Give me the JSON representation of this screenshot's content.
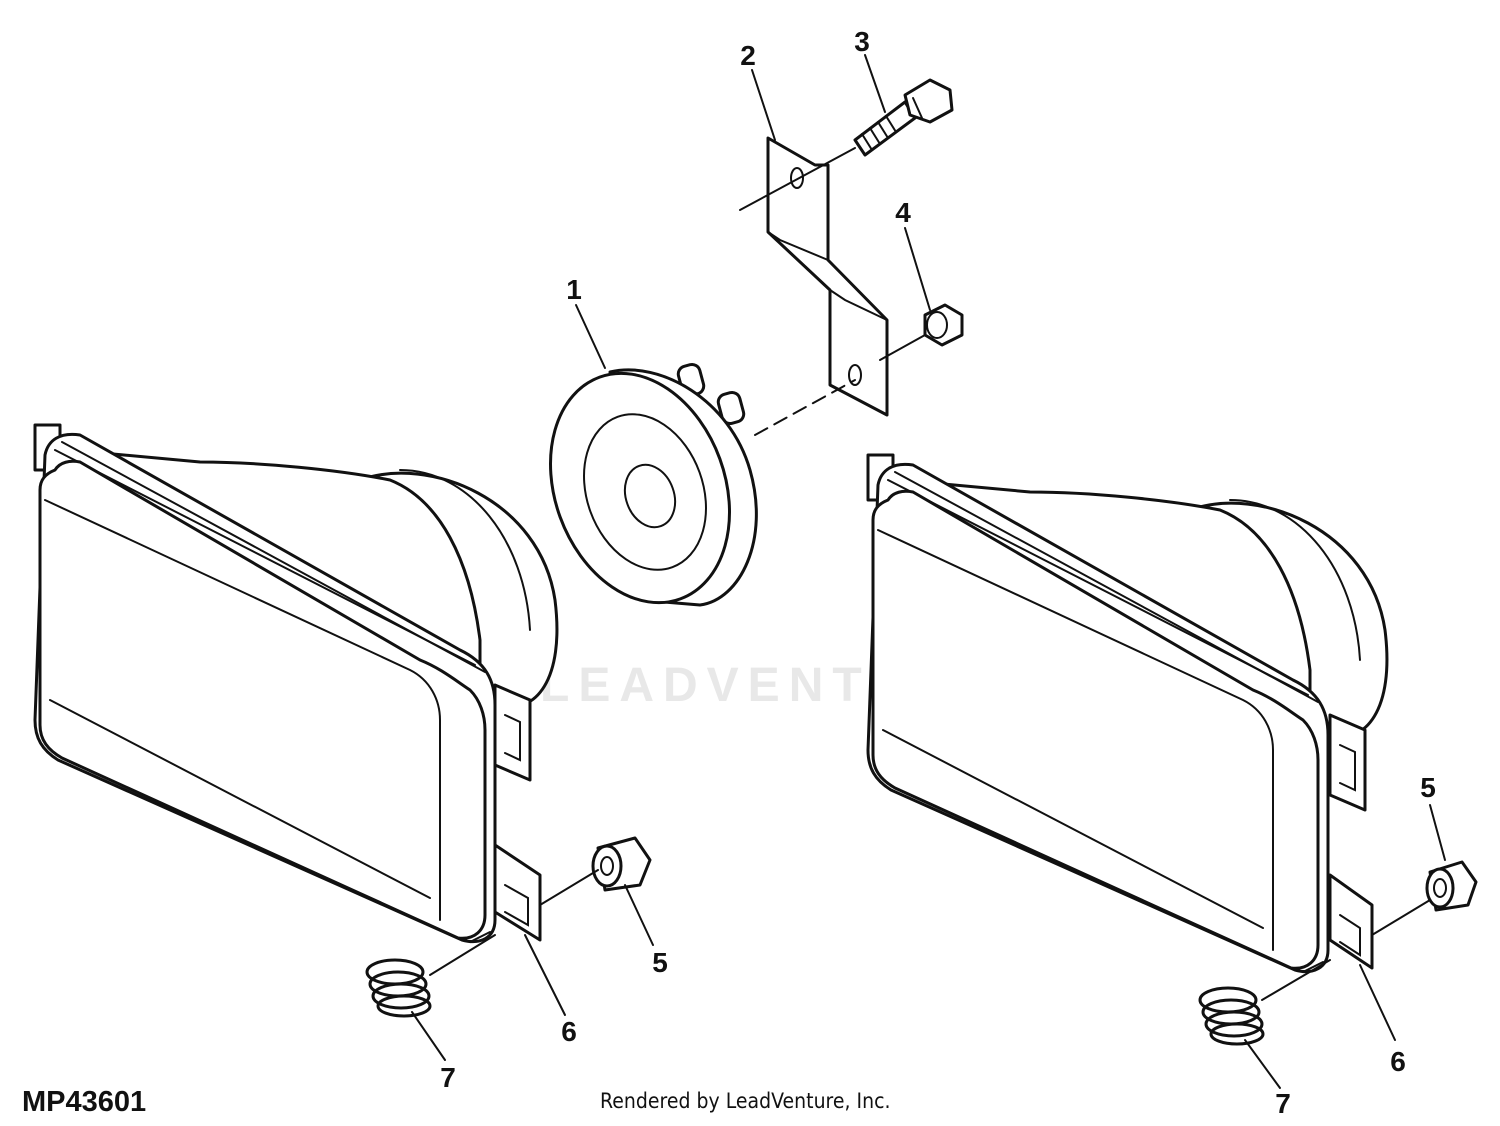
{
  "figure_id": "MP43601",
  "credit": "Rendered by LeadVenture, Inc.",
  "watermark": "LEADVENTURE",
  "callouts": [
    {
      "number": "1",
      "part": "horn"
    },
    {
      "number": "2",
      "part": "bracket"
    },
    {
      "number": "3",
      "part": "cap-screw"
    },
    {
      "number": "4",
      "part": "lock-nut"
    },
    {
      "number": "5",
      "part": "bushing-left"
    },
    {
      "number": "5",
      "part": "bushing-right"
    },
    {
      "number": "6",
      "part": "bracket-tab-left"
    },
    {
      "number": "6",
      "part": "bracket-tab-right"
    },
    {
      "number": "7",
      "part": "spring-left"
    },
    {
      "number": "7",
      "part": "spring-right"
    }
  ]
}
